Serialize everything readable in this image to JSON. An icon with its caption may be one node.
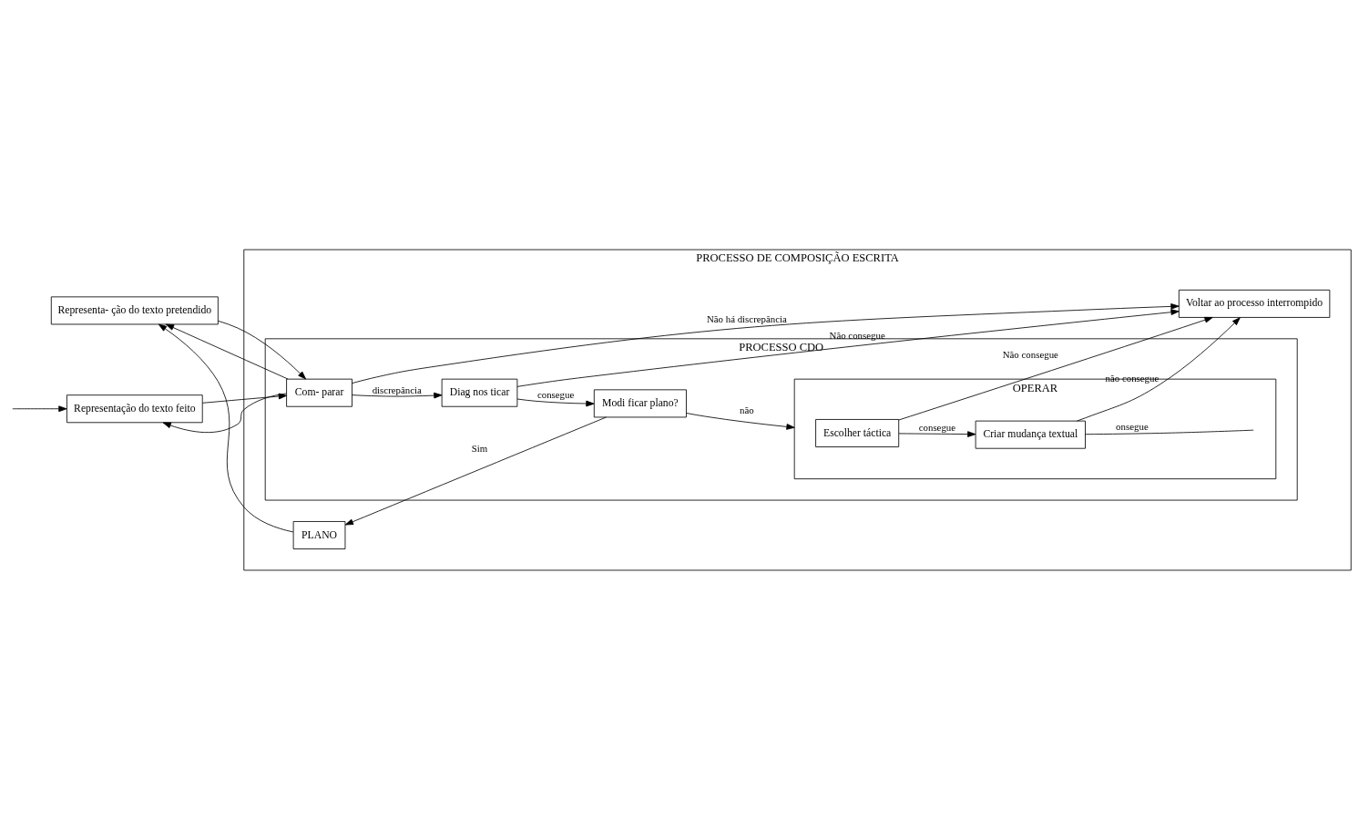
{
  "diagram": {
    "nodes": [
      {
        "text": [
          "Representa- ção do texto pretendido"
        ]
      },
      {
        "text": [
          "Representação do texto feito"
        ]
      },
      {
        "text": [
          "PROCESSO DE COMPOSIÇÃO ESCRITA"
        ]
      },
      {
        "text": [
          "PLANO"
        ],
        "in": 2
      },
      {
        "text": [
          "PROCESSO CDO"
        ],
        "in": 2
      },
      {
        "text": [
          "Com- parar"
        ],
        "in": 4
      },
      {
        "text": [
          "Diag nos ticar"
        ],
        "in": 4
      },
      {
        "text": [
          "Modi ficar plano?"
        ],
        "in": 4
      },
      {
        "text": [
          "OPERAR"
        ],
        "in": 4
      },
      {
        "text": [
          "Escolher táctica"
        ],
        "in": 8
      },
      {
        "text": [
          "Criar mudança textual"
        ],
        "in": 8
      },
      {
        "text": [
          "Voltar ao processo interrompido"
        ],
        "in": 2
      }
    ],
    "edges": [
      {
        "from": 3,
        "to": 0,
        "arrow": "to"
      },
      {
        "from": 5,
        "to": 0,
        "arrow": "to"
      },
      {
        "from": 0,
        "to": 5,
        "arrow": "to"
      },
      {
        "from": 5,
        "to": 1,
        "arrow": "to"
      },
      {
        "from": 1,
        "to": 5,
        "arrow": "to"
      },
      {
        "from": 5,
        "to": 6,
        "arrow": "to",
        "label": "discrepância"
      },
      {
        "from": 6,
        "to": 7,
        "arrow": "to",
        "label": "consegue"
      },
      {
        "from": 7,
        "to": 3,
        "arrow": "to",
        "label": "Sim"
      },
      {
        "from": 7,
        "to": 8,
        "arrow": "to",
        "label": "não"
      },
      {
        "from": 9,
        "to": 10,
        "arrow": "to",
        "label": "consegue"
      },
      {
        "from": 10,
        "to": null,
        "arrow": "none",
        "label": "onsegue"
      },
      {
        "from": null,
        "to": 1,
        "arrow": "to"
      },
      {
        "from": 5,
        "to": 11,
        "arrow": "to",
        "label": "Não há discrepância"
      },
      {
        "from": 6,
        "to": 11,
        "arrow": "to",
        "label": "Não consegue"
      },
      {
        "from": 9,
        "to": 11,
        "arrow": "to",
        "label": "Não consegue"
      },
      {
        "from": 10,
        "to": 11,
        "arrow": "to",
        "label": "não consegue"
      }
    ]
  }
}
